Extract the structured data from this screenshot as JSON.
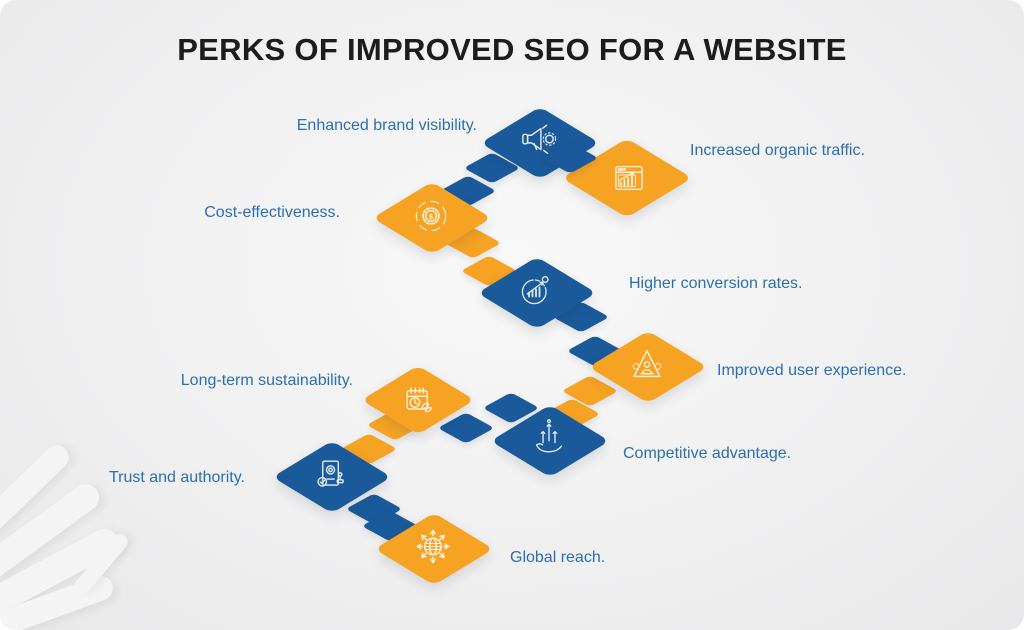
{
  "title": "PERKS OF IMPROVED SEO FOR A WEBSITE",
  "colors": {
    "tile_blue": "#1a5a9b",
    "tile_orange": "#f6a324",
    "label_text": "#2b70ad",
    "title_text": "#1c1c1c",
    "background": "#ededee"
  },
  "perks": [
    {
      "label": "Enhanced brand visibility.",
      "icon": "megaphone-icon",
      "tile_color": "blue",
      "label_side": "left"
    },
    {
      "label": "Increased organic traffic.",
      "icon": "browser-analytics-icon",
      "tile_color": "orange",
      "label_side": "right"
    },
    {
      "label": "Cost-effectiveness.",
      "icon": "gear-dollar-icon",
      "tile_color": "orange",
      "label_side": "left"
    },
    {
      "label": "Higher conversion rates.",
      "icon": "growth-chart-circle-icon",
      "tile_color": "blue",
      "label_side": "right"
    },
    {
      "label": "Improved user experience.",
      "icon": "user-pyramid-icon",
      "tile_color": "orange",
      "label_side": "right"
    },
    {
      "label": "Competitive advantage.",
      "icon": "hand-arrows-up-icon",
      "tile_color": "blue",
      "label_side": "right"
    },
    {
      "label": "Long-term sustainability.",
      "icon": "calendar-clock-leaf-icon",
      "tile_color": "orange",
      "label_side": "left"
    },
    {
      "label": "Trust and authority.",
      "icon": "certificate-stamp-icon",
      "tile_color": "blue",
      "label_side": "left"
    },
    {
      "label": "Global reach.",
      "icon": "globe-arrows-icon",
      "tile_color": "orange",
      "label_side": "right"
    }
  ],
  "watermark_icon": "swirl-globe-watermark"
}
